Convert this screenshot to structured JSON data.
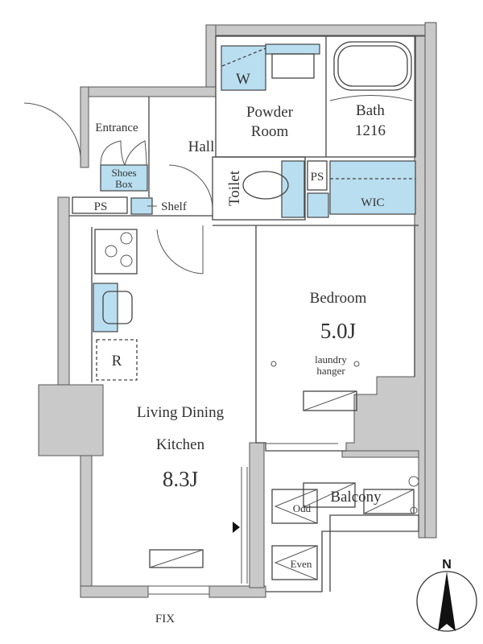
{
  "rooms": {
    "washer": "W",
    "powder_room": [
      "Powder",
      "Room"
    ],
    "bath": [
      "Bath",
      "1216"
    ],
    "entrance": "Entrance",
    "hall": "Hall",
    "shoes_box": [
      "Shoes",
      "Box"
    ],
    "ps_left": "PS",
    "shelf": "Shelf",
    "toilet": "Toilet",
    "ps_right": "PS",
    "wic": "WIC",
    "refrigerator": "R",
    "bedroom": {
      "name": "Bedroom",
      "size": "5.0J"
    },
    "laundry_hanger": [
      "laundry",
      "hanger"
    ],
    "ldk": {
      "name_line1": "Living Dining",
      "name_line2": "Kitchen",
      "size": "8.3J"
    },
    "balcony": "Balcony",
    "odd": "Odd",
    "even": "Even",
    "fix": "FIX"
  },
  "compass": {
    "label": "N"
  },
  "colors": {
    "fixture_blue": "#b9def0",
    "wall_gray": "#c9c9c9"
  }
}
